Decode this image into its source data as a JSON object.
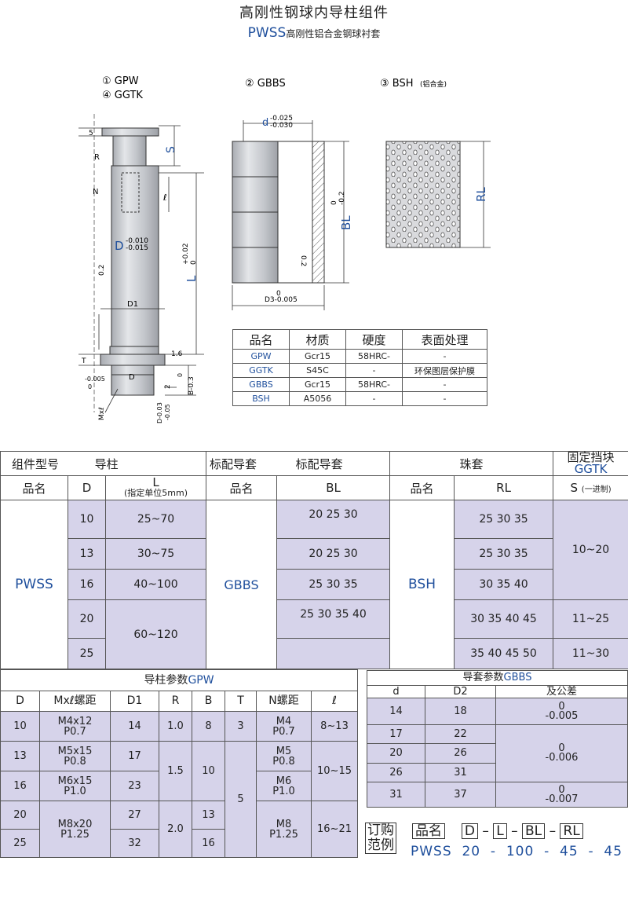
{
  "header": {
    "title": "高刚性钢球内导柱组件",
    "code": "PWSS",
    "subtitle_rest": "高刚性铝合金钢球衬套"
  },
  "drawing": {
    "part1": "① GPW",
    "part4": "④ GGTK",
    "part2": "② GBBS",
    "part3": "③ BSH",
    "part3_note": "(铝合金)",
    "dims": {
      "five": "5",
      "s": "S",
      "r": "R",
      "n": "N",
      "l_small": "ℓ",
      "d": "D",
      "d_tol_top": "-0.010",
      "d_tol_bot": "-0.015",
      "slash_02": "0.2",
      "l": "L",
      "l_tol_top": "+0.02",
      "l_tol_bot": "0",
      "d1": "D1",
      "t": "T",
      "r16": "1.6",
      "tol_005": "-0.005",
      "tol_0": "0",
      "d_low": "D",
      "two": "2",
      "b": "B-0.3",
      "b_top": "0",
      "mx": "Mxℓ",
      "d003": "D-0.03",
      "d005": "-0.05",
      "dsleeve": "d",
      "dsleeve_tol_top": "-0.025",
      "dsleeve_tol_bot": "-0.030",
      "bl": "BL",
      "bl_tol_top": "0",
      "bl_tol_bot": "-0.2",
      "slash_02b": "0.2",
      "d3": "D3-0.005",
      "d3_top": "0",
      "rl": "RL"
    }
  },
  "material_table": {
    "headers": [
      "品名",
      "材质",
      "硬度",
      "表面处理"
    ],
    "rows": [
      [
        "GPW",
        "Gcr15",
        "58HRC-",
        "-"
      ],
      [
        "GGTK",
        "S45C",
        "-",
        "环保图层保护膜"
      ],
      [
        "GBBS",
        "Gcr15",
        "58HRC-",
        "-"
      ],
      [
        "BSH",
        "A5056",
        "-",
        "-"
      ]
    ]
  },
  "main_table": {
    "group_headers": [
      "组件型号",
      "导柱",
      "标配导套",
      "标配导套",
      "珠套",
      "固定挡块",
      "GGTK"
    ],
    "sub_headers": [
      "品名",
      "D",
      "L",
      "(指定单位5mm)",
      "品名",
      "BL",
      "品名",
      "RL",
      "S",
      "(一进制)"
    ],
    "pwss": "PWSS",
    "gbbs": "GBBS",
    "bsh": "BSH",
    "rows": [
      {
        "D": "10",
        "L": "25~70",
        "BL": "20 25 30",
        "RL": "25 30 35"
      },
      {
        "D": "13",
        "L": "30~75",
        "BL": "20 25 30",
        "RL": "25 30 35"
      },
      {
        "D": "16",
        "L": "40~100",
        "BL": "25 30 35",
        "RL": "30 35 40"
      },
      {
        "D": "20",
        "BL": "25 30 35 40",
        "RL": "30 35 40 45"
      },
      {
        "D": "25",
        "BL": "",
        "RL": "35 40 45 50"
      }
    ],
    "L_merged": "60~120",
    "S_values": [
      "10~20",
      "11~25",
      "11~30"
    ]
  },
  "gpw_table": {
    "title_prefix": "导柱参数",
    "title_code": "GPW",
    "headers": [
      "D",
      "Mxℓ螺距",
      "D1",
      "R",
      "B",
      "T",
      "N螺距",
      "ℓ"
    ],
    "rows": [
      {
        "D": "10",
        "M": "M4x12",
        "P": "P0.7",
        "D1": "14",
        "R": "1.0",
        "B": "8",
        "T": "3",
        "N": "M4",
        "NP": "P0.7",
        "l": "8~13"
      },
      {
        "D": "13",
        "M": "M5x15",
        "P": "P0.8",
        "D1": "17",
        "N": "M5",
        "NP": "P0.8"
      },
      {
        "D": "16",
        "M": "M6x15",
        "P": "P1.0",
        "D1": "23",
        "N": "M6",
        "NP": "P1.0"
      },
      {
        "D": "20",
        "D1": "27",
        "B": "13"
      },
      {
        "D": "25",
        "D1": "32",
        "B": "16"
      }
    ],
    "merged": {
      "R_13_16": "1.5",
      "B_13_16": "10",
      "T_13_25": "5",
      "l_13_16": "10~15",
      "M_20_25": "M8x20",
      "P_20_25": "P1.25",
      "R_20_25": "2.0",
      "N_20_25": "M8",
      "NP_20_25": "P1.25",
      "l_20_25": "16~21"
    }
  },
  "gbbs_table": {
    "title_prefix": "导套参数",
    "title_code": "GBBS",
    "headers": [
      "d",
      "D2",
      "及公差"
    ],
    "rows": [
      {
        "d": "14",
        "D2": "18"
      },
      {
        "d": "17",
        "D2": "22"
      },
      {
        "d": "20",
        "D2": "26"
      },
      {
        "d": "26",
        "D2": "31"
      },
      {
        "d": "31",
        "D2": "37"
      }
    ],
    "tol": [
      {
        "top": "0",
        "bot": "-0.005"
      },
      {
        "top": "0",
        "bot": "-0.006"
      },
      {
        "top": "0",
        "bot": "-0.007"
      }
    ]
  },
  "order": {
    "label1": "订购",
    "label2": "范例",
    "fields": [
      "品名",
      "D",
      "L",
      "BL",
      "RL"
    ],
    "dash": "–",
    "example": "PWSS  20  -  100  -  45  -  45"
  },
  "colors": {
    "accent_blue": "#1f4f9c",
    "lavender": "#d6d3ea",
    "steel": "#c9cbd0"
  }
}
